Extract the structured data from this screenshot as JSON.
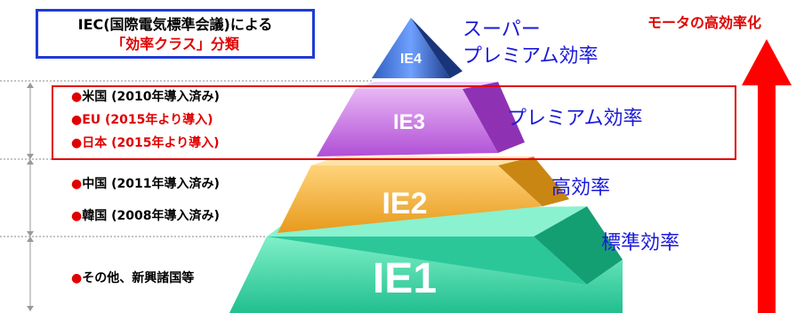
{
  "title": {
    "line1": "IEC(国際電気標準会議)による",
    "line2": "「効率クラス」分類"
  },
  "arrow_label": "モータの高効率化",
  "tiers": [
    {
      "code": "IE4",
      "name_line1": "スーパー",
      "name_line2": "プレミアム効率"
    },
    {
      "code": "IE3",
      "name": "プレミアム効率"
    },
    {
      "code": "IE2",
      "name": "高効率"
    },
    {
      "code": "IE1",
      "name": "標準効率"
    }
  ],
  "countries": {
    "ie3": [
      {
        "bullet": "●",
        "text": "米国 (2010年導入済み)"
      },
      {
        "bullet": "●",
        "text": "EU  (2015年より導入)"
      },
      {
        "bullet": "●",
        "text": "日本 (2015年より導入)"
      }
    ],
    "ie2": [
      {
        "bullet": "●",
        "text": "中国 (2011年導入済み)"
      },
      {
        "bullet": "●",
        "text": "韓国 (2008年導入済み)"
      }
    ],
    "ie1": [
      {
        "bullet": "●",
        "text": "その他、新興諸国等"
      }
    ]
  },
  "colors": {
    "ie4": "#3f6fd0",
    "ie3": "#c86be0",
    "ie2": "#f2b23a",
    "ie1": "#3ed4a6",
    "highlight": "#e00000",
    "title_border": "#1f3bd6",
    "arrow": "#ff0000"
  }
}
